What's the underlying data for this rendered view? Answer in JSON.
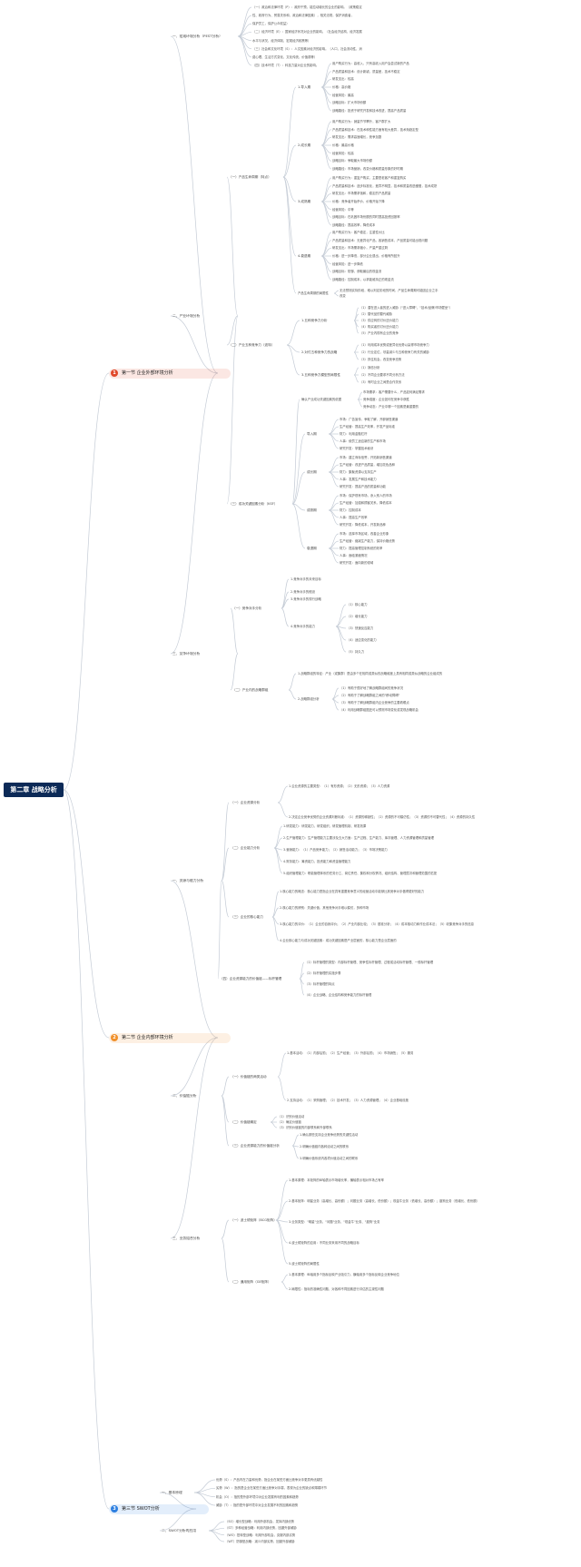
{
  "root": {
    "title": "第二章 战略分析"
  },
  "sections": [
    {
      "num": "1",
      "title": "第一节 企业外部环境分析",
      "color": "#e0482a"
    },
    {
      "num": "2",
      "title": "第二节 企业内部环境分析",
      "color": "#f0902b"
    },
    {
      "num": "3",
      "title": "第三节 SWOT分析",
      "color": "#2d7fe0"
    }
  ],
  "sec1": {
    "l2": [
      "一、宏观环境分析（PEST分析）",
      "二、产业环境分析",
      "三、竞争环境分析"
    ],
    "pest": [
      "（一）政治和法律环境（P）：政府干预，能拉动增长的企业的影响。（政策稳定",
      "性、政府行为、贸易关系和，政治和法律因素），相关法规，保护消费者，",
      "保护员工，保护公众权益）",
      "（二）经济环境（E）：国家经济状况对企业的影响。（社会经济结构、经济发展",
      "水平与状况、经济体制、宏观经济政策等）",
      "（三）社会和文化环境（S）：人文因素对经济的影响。（人口、社会流动性、消",
      "费心理、生活方式变化、文化传统、价值观等）",
      "（四）技术环境（T）：科技力量对企业的影响。"
    ],
    "life_cycle": {
      "title": "（一）产品生命周期（特点）",
      "stages": [
        {
          "name": "1.导入期",
          "items": [
            "用户购买行为：高收入，只有高收入用户会尝试新的产品",
            "产品质量和技术：设计新颖，质量差，技术不稳定",
            "研发支出：较高",
            "价格：高价格",
            "经营风险：最高",
            "战略目标：扩大市场份额",
            "战略路径：投资于研究开发和技术改进，提高产品质量"
          ]
        },
        {
          "name": "2.成长期",
          "items": [
            "用户购买行为：销量节节攀升，客户群扩大",
            "产品质量和技术：在技术和性能方面有较大差异，技术渐趋定型",
            "研发支出：需求高速增长，竞争加剧",
            "价格：最高价格",
            "经营风险：较高",
            "战略目标：争取最大市场份额",
            "战略路径：市场营销，改变价格和质量形象的好时期"
          ]
        },
        {
          "name": "3.成熟期",
          "items": [
            "用户购买行为：重复户购买，主要是老客户和重复购买",
            "产品质量和技术：逐步标准化，差异不明显，技术和质量改进缓慢，技术成熟",
            "研发支出：市场需求饱和，稳定的产品质量",
            "价格：竞争者开始杀价，价格开始下降",
            "经营风险：中等",
            "战略目标：在巩固市场份额的同时提高投资回报率",
            "战略路径：提高效率，降低成本"
          ]
        },
        {
          "name": "4.衰退期",
          "items": [
            "用户购买行为：客户稳定，注重性价比",
            "产品质量和技术：无差异化产品，各销售成本，产品质量可能出现问题",
            "研发支出：市场需求缩小，产量严重过剩",
            "价格：进一步降低，部分企业退出，价格有所回升",
            "经营风险：进一步降低",
            "战略目标：防御、获取最后的现金流",
            "战略路径：控制成本，以求能维持正的现金流"
          ]
        }
      ],
      "limit": "产品生命周期的局限性",
      "limit_text": [
        "无法预测实际阶段，难以判定阶段的时间，产品生命周期可能因企业之手",
        "改变"
      ]
    },
    "five_forces": {
      "title": "（二）产业五种竞争力（波特）",
      "groups": [
        {
          "name": "1.五种竞争力分析",
          "items": [
            "（1）潜在进入者的进入威胁（\"进入障碍\"、\"技术/品牌/市场壁垒\"）",
            "（2）替代品的替代威胁",
            "（3）供应商的讨价还价能力",
            "（4）购买者的讨价还价能力",
            "（5）产业内现有企业的竞争"
          ]
        },
        {
          "name": "2.对付五种竞争力的战略",
          "items": [
            "（1）利用成本优势或差异化优势以赢得市场竞争力",
            "（2）行业定位，尽量减少与五种竞争力有关的威胁",
            "（3）抓住机会，改变竞争态势"
          ]
        },
        {
          "name": "3.五种竞争力模型的局限性",
          "items": [
            "（1）静态分析",
            "（2）不同企业要求不同分析方法",
            "（3）有时企业之间是合作关系"
          ]
        }
      ]
    },
    "group": {
      "title": "（三）成功关键因素分析（KSF）",
      "intro": "确认产业成功关键因素的依据",
      "intro_items": [
        "市场需求：客户需要什么，产品如何满足需求",
        "竞争强度：企业如何在竞争中获胜",
        "竞争动态：产业中哪一个因素是最重要的"
      ],
      "stages": [
        {
          "name": "导入期",
          "items": [
            "市场：广告宣传，争取了解，开辟销售渠道",
            "生产经营：提高生产效率，开发产品标准",
            "财力：利用金融杠杆",
            "人事：使员工适应新的生产和市场",
            "研究开发：掌握技术秘诀"
          ]
        },
        {
          "name": "成长期",
          "items": [
            "市场：建立商标信誉，开拓新销售渠道",
            "生产经营：改进产品质量，增加花色品种",
            "财力：集聚资源以支持生产",
            "人事：发展生产和技术能力",
            "研究开发：提高产品的质量和功能"
          ]
        },
        {
          "name": "成熟期",
          "items": [
            "市场：保护现有市场，渗入别人的市场",
            "生产经营：加强和顾客关系，降低成本",
            "财力：控制成本",
            "人事：提高生产效率",
            "研究开发：降低成本，开发新品种"
          ]
        },
        {
          "name": "衰退期",
          "items": [
            "市场：选择市场区域，改善企业形象",
            "生产经营：缩减生产能力，保持价格优势",
            "财力：提高管理控制系统的效率",
            "人事：面临紧缩情况",
            "研究开发：面向新的领域"
          ]
        }
      ]
    },
    "competitor": {
      "title": "（一）竞争对手分析",
      "items": [
        "1.竞争对手的未来目标",
        "2.竞争对手的假设",
        "3.竞争对手的现行战略",
        "4.竞争对手的能力"
      ],
      "abilities": [
        "（1）核心能力",
        "（2）增长能力",
        "（3）快速反应能力",
        "（4）适应变化的能力",
        "（5）持久力"
      ]
    },
    "strategic_group": {
      "title": "（二）产业内的战略群组",
      "items": [
        "1.战略群组的特征：产业（或集群）是由多个在相同或类似的战略维度上具有相同或类似战略的企业组成的",
        "2.战略群组分析",
        "（1）有助于很好地了解战略群组间的竞争状况",
        "（2）有助于了解战略群组之间的\"移动障碍\"",
        "（3）有助于了解战略群组内企业竞争的主要着眼点",
        "（4）利用战略群组图还可以预测市场变化或发现战略机会"
      ]
    }
  },
  "sec2": {
    "l2": [
      "一、资源与能力分析",
      "二、价值链分析",
      "三、业务组合分析"
    ],
    "resources": {
      "title": "（一）企业资源分析",
      "items": [
        "1.企业资源的主要类型：（1）有形资源；（2）无形资源；（3）人力资源",
        "2.决定企业竞争优势的企业资源判断标准：（1）资源的稀缺性；（2）资源的不可模仿性；（3）资源的不可替代性；（4）资源的持久性"
      ]
    },
    "capability": {
      "title": "（二）企业能力分析",
      "items": [
        "1.研发能力：研发能力、研发组织、研发管理机制、研发效果",
        "2.生产管理能力：生产管理能力主要涉及五大方面：生产过程、生产能力、库存管理、人力资源管理和质量管理",
        "3.营销能力：（1）产品竞争能力；（2）销售活动能力；（3）市场决策能力",
        "4.财务能力：筹资能力、投资能力和资金管理能力",
        "5.组织管理能力：职能管理体系的任务分工、岗位责任、集权和分权情况、组织结构、管理层次和管理范围的匹配"
      ]
    },
    "core": {
      "title": "（三）企业的核心能力",
      "items": [
        "1.核心能力的概念：核心能力是指企业在具有重要竞争意义的经营活动中能够比其竞争对手做得更好的能力",
        "2.核心能力的辨别：关键价值，其他竞争对手难以模仿，多种市场",
        "3.核心能力的评价：（1）企业的自我评价；（2）产业内部比较；（3）基准分析；（4）成本驱动力和作业成本法；（5）收集竞争对手的信息",
        "4.企业核心能力与成功关键因素：成功关键因素是产业层面的，核心能力是企业层面的"
      ]
    },
    "benchmark": {
      "title": "（四）企业资源能力的价值链——标杆管理",
      "items": [
        "（1）标杆管理的类型：内部标杆管理、竞争性标杆管理、过程或活动标杆管理、一般标杆管理",
        "（2）标杆管理的实施步骤",
        "（3）标杆管理的特点",
        "（4）企业战略、企业结构和竞争能力的标杆管理"
      ]
    },
    "value_chain": {
      "title": "（一）价值链的两类活动",
      "items": [
        "1.基本活动：（1）内部后勤；（2）生产经营；（3）外部后勤；（4）市场销售；（5）服务",
        "2.支持活动：（1）采购管理；（2）技术开发；（3）人力资源管理；（4）企业基础设施"
      ],
      "v2": "（二）价值链确定",
      "v2_items": [
        "（1）识别价值活动",
        "（2）确定价值链",
        "（3）识别价值链的内部联系和外部联系"
      ],
      "v3": "（三）企业资源能力的价值链分析",
      "v3_items": [
        "1.确认那些支持企业竞争优势的关键性活动",
        "2.明确价值链内各种活动之间的联系",
        "3.明确价值系统内各项价值活动之间的联系"
      ]
    },
    "portfolio": {
      "title": "（一）波士顿矩阵（BCG矩阵）",
      "items": [
        "1.基本原理：本矩阵的纵轴表示市场增长率，横轴表示相对市场占有率",
        "2.基本矩阵：明星业务（高增长、高份额）；问题业务（高增长、低份额）；现金牛业务（低增长、高份额）；瘦狗业务（低增长、低份额）",
        "3.业务类型：\"明星\"业务、\"问题\"业务、\"现金牛\"业务、\"瘦狗\"业务",
        "4.波士顿矩阵的应用：不同业务采用不同的战略目标",
        "5.波士顿矩阵的局限性"
      ],
      "ge_title": "（二）通用矩阵（GE矩阵）",
      "ge_items": [
        "1.基本原理：纵轴用多个指标反映产业吸引力，横轴用多个指标反映企业竞争地位",
        "2.局限性：指标的准确性问题、对各种不同因素进行评估的主观性问题"
      ]
    }
  },
  "sec3": {
    "l2": [
      "一、基本原理",
      "二、SWOT分析的应用"
    ],
    "basic": [
      "优势（S）：产品内在力量和优势，指企业在某些方面比竞争对手更具有优越性",
      "劣势（W）：指的是企业在某些方面比竞争对手弱，表现为企业的缺点和薄弱环节",
      "机会（O）：指的是外部环境中对企业发展有利的因素和趋势",
      "威胁（T）：指的是外部环境中对企业发展不利的因素和趋势"
    ],
    "application": [
      "（SO）增长型战略：利用外部机会，发挥内部优势",
      "（ST）多种经营战略：利用内部优势，回避外部威胁",
      "（WO）扭转型战略：利用外部机会，克服内部劣势",
      "（WT）防御型战略：减少内部劣势，回避外部威胁"
    ]
  }
}
